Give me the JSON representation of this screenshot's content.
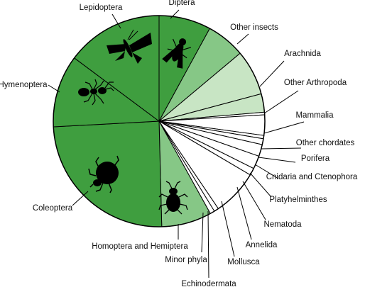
{
  "chart_data": {
    "type": "pie",
    "title": "",
    "start_angle_deg": 0,
    "direction": "clockwise",
    "slices": [
      {
        "label": "Diptera",
        "value": 7.9,
        "color": "#3f9e3f"
      },
      {
        "label": "Other insects",
        "value": 5.9,
        "color": "#86c786"
      },
      {
        "label": "Arachnida",
        "value": 6.9,
        "color": "#c8e5c4"
      },
      {
        "label": "Other Arthropoda",
        "value": 2.8,
        "color": "#c8e5c4"
      },
      {
        "label": "Mammalia",
        "value": 0.4,
        "color": "#ffffff"
      },
      {
        "label": "Other chordates",
        "value": 3.1,
        "color": "#ffffff"
      },
      {
        "label": "Porifera",
        "value": 0.5,
        "color": "#ffffff"
      },
      {
        "label": "Cnidaria and Ctenophora",
        "value": 0.9,
        "color": "#ffffff"
      },
      {
        "label": "Platyhelminthes",
        "value": 1.8,
        "color": "#ffffff"
      },
      {
        "label": "Nematoda",
        "value": 2.0,
        "color": "#ffffff"
      },
      {
        "label": "Annelida",
        "value": 1.1,
        "color": "#ffffff"
      },
      {
        "label": "Mollusca",
        "value": 7.0,
        "color": "#ffffff"
      },
      {
        "label": "Echinodermata",
        "value": 0.7,
        "color": "#ffffff"
      },
      {
        "label": "Minor phyla",
        "value": 0.7,
        "color": "#ffffff"
      },
      {
        "label": "Homoptera and Hemiptera",
        "value": 7.6,
        "color": "#86c786"
      },
      {
        "label": "Coleoptera",
        "value": 24.4,
        "color": "#3f9e3f"
      },
      {
        "label": "Hymenoptera",
        "value": 11.0,
        "color": "#3f9e3f"
      },
      {
        "label": "Lepidoptera",
        "value": 14.7,
        "color": "#3f9e3f"
      }
    ],
    "silhouettes": [
      {
        "icon": "moth-icon",
        "slice": "Lepidoptera"
      },
      {
        "icon": "fly-icon",
        "slice": "Diptera"
      },
      {
        "icon": "ant-icon",
        "slice": "Hymenoptera"
      },
      {
        "icon": "beetle-icon",
        "slice": "Coleoptera"
      },
      {
        "icon": "bug-icon",
        "slice": "Homoptera and Hemiptera"
      }
    ],
    "legend": "none"
  }
}
